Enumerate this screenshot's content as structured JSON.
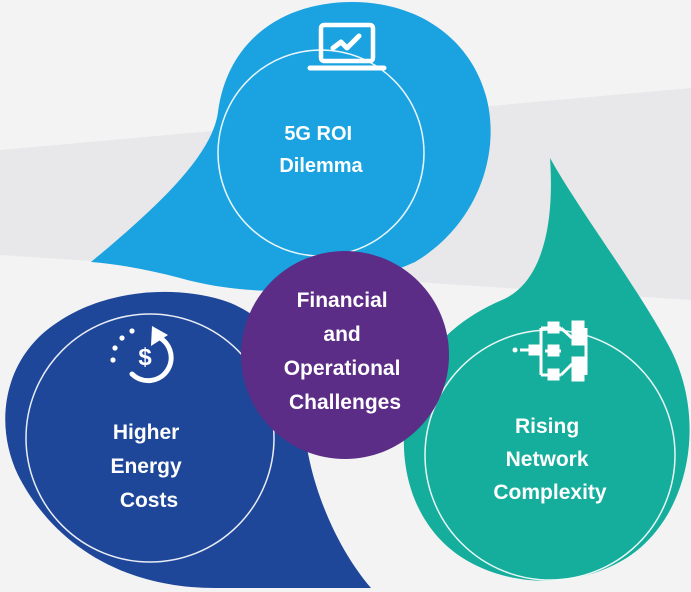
{
  "colors": {
    "background_light": "#f3f3f4",
    "background_band": "#e8e8ea",
    "roi_drop": "#1aa3e0",
    "energy_drop": "#1f4799",
    "complexity_drop": "#15ad9c",
    "center_circle": "#5b2d86",
    "text": "#ffffff"
  },
  "diagram": {
    "center": {
      "lines": [
        "Financial",
        "and",
        "Operational",
        "Challenges"
      ]
    },
    "segments": [
      {
        "id": "roi",
        "icon": "laptop-chart-icon",
        "lines": [
          "5G ROI",
          "Dilemma"
        ]
      },
      {
        "id": "energy",
        "icon": "dollar-cycle-icon",
        "lines": [
          "Higher",
          "Energy",
          "Costs"
        ]
      },
      {
        "id": "complexity",
        "icon": "network-flow-icon",
        "lines": [
          "Rising",
          "Network",
          "Complexity"
        ]
      }
    ]
  }
}
